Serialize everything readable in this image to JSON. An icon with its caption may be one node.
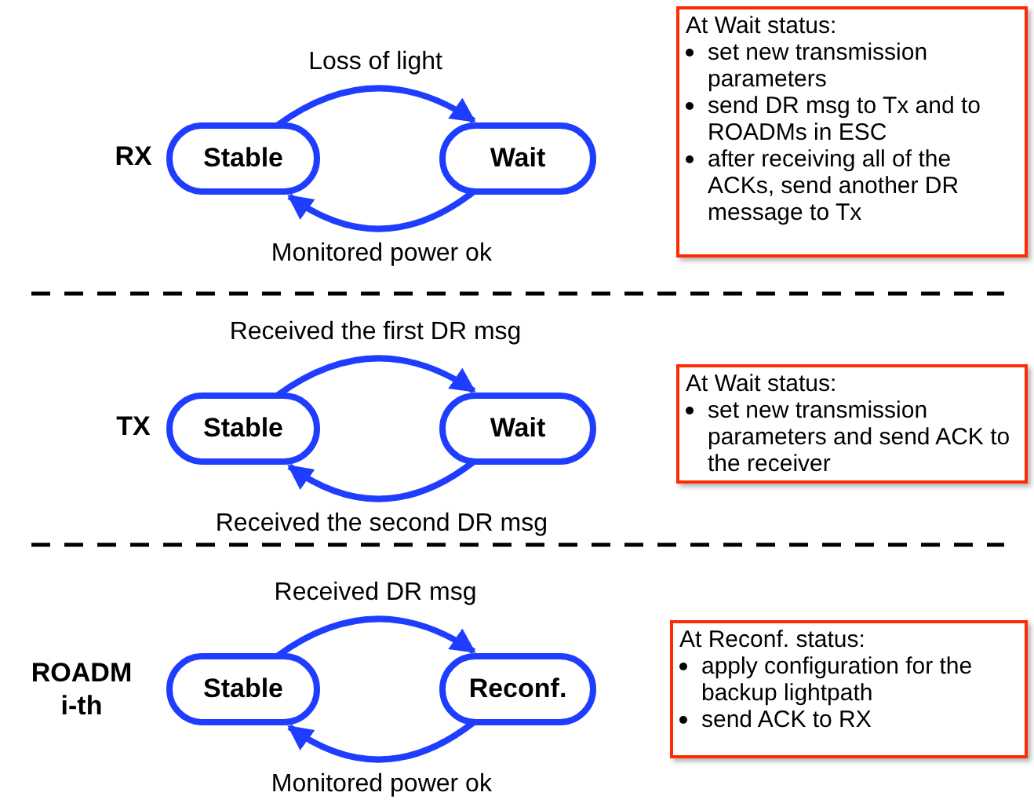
{
  "diagram": {
    "nodes": [
      {
        "text": [
          "Stable"
        ]
      },
      {
        "text": [
          "Wait"
        ]
      },
      {
        "text": [
          "At Wait status:",
          "set new transmission parameters",
          "send DR msg to Tx and to ROADMs in ESC",
          "after receiving all of the ACKs, send another DR message to Tx"
        ]
      },
      {
        "text": [
          "Stable"
        ]
      },
      {
        "text": [
          "Wait"
        ]
      },
      {
        "text": [
          "At Wait status:",
          "set new transmission parameters and send ACK to the receiver"
        ]
      },
      {
        "text": [
          "Stable"
        ]
      },
      {
        "text": [
          "Reconf."
        ]
      },
      {
        "text": [
          "At Reconf. status:",
          "apply configuration for the backup lightpath",
          "send ACK to RX"
        ]
      }
    ],
    "edges": [
      {
        "from": 0,
        "to": 1,
        "arrow": "to",
        "label": "Loss of light"
      },
      {
        "from": 1,
        "to": 0,
        "arrow": "to",
        "label": "Monitored power ok"
      },
      {
        "from": 3,
        "to": 4,
        "arrow": "to",
        "label": "Received the first DR msg"
      },
      {
        "from": 4,
        "to": 3,
        "arrow": "to",
        "label": "Received the second DR msg"
      },
      {
        "from": 6,
        "to": 7,
        "arrow": "to",
        "label": "Received DR msg"
      },
      {
        "from": 7,
        "to": 6,
        "arrow": "to",
        "label": "Monitored power ok"
      }
    ],
    "labels": [
      "RX",
      "TX",
      "ROADM i-th"
    ]
  }
}
